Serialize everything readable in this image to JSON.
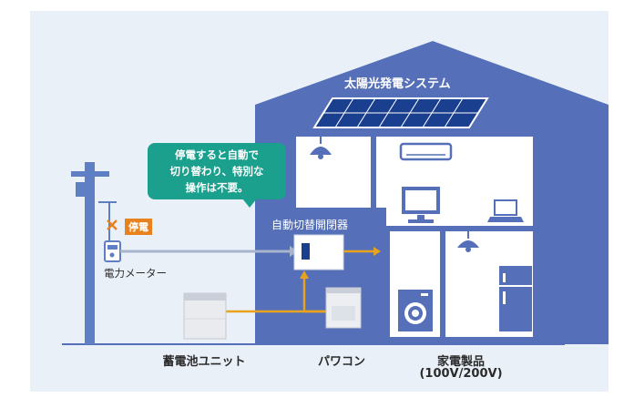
{
  "title": "太陽光発電システム",
  "callout": {
    "line1": "停電すると自動で",
    "line2": "切り替わり、特別な",
    "line3": "操作は不要。"
  },
  "labels": {
    "outage": "停電",
    "meter": "電力メーター",
    "switch": "自動切替開閉器",
    "battery": "蓄電池ユニット",
    "pcs": "パワコン",
    "appliances": "家電製品",
    "appliances_sub": "(100V/200V)"
  },
  "colors": {
    "background": "#eaf0f8",
    "house": "#5570b8",
    "pole": "#5f7fc4",
    "callout": "#1aa08c",
    "outage_badge": "#e8821e",
    "flow_arrow": "#e8a21e"
  }
}
